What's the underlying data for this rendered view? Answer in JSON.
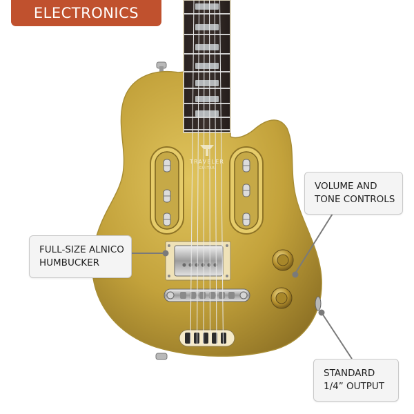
{
  "banner": {
    "title": "ELECTRONICS"
  },
  "logo": {
    "brand": "TRAVELER",
    "sub": "GUITAR"
  },
  "callouts": {
    "volume": {
      "line1": "VOLUME AND",
      "line2": "TONE CONTROLS"
    },
    "humbucker": {
      "line1": "FULL-SIZE ALNICO",
      "line2": "HUMBUCKER"
    },
    "output": {
      "line1": "STANDARD",
      "line2": "1/4” OUTPUT"
    }
  },
  "colors": {
    "banner": "#c0512e",
    "body_gold": "#c2a23c",
    "callout_bg": "#f4f4f4",
    "leader_line": "#7a7a7a"
  }
}
